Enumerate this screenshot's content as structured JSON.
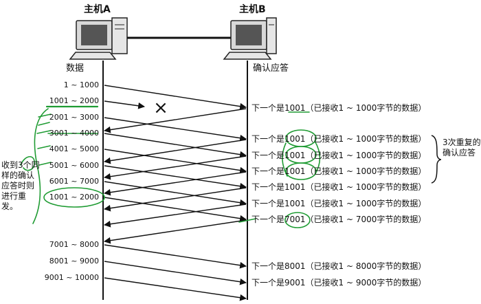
{
  "hosts": {
    "a": "主机A",
    "b": "主机B"
  },
  "columns": {
    "left": "数据",
    "right": "确认应答"
  },
  "segments": [
    "1 ~ 1000",
    "1001 ~ 2000",
    "2001 ~ 3000",
    "3001 ~ 4000",
    "4001 ~ 5000",
    "5001 ~ 6000",
    "6001 ~ 7000",
    "1001 ~ 2000",
    "7001 ~ 8000",
    "8001 ~ 9000",
    "9001 ~ 10000"
  ],
  "acks": [
    "下一个是1001（已接收1 ~ 1000字节的数据）",
    "下一个是1001（已接收1 ~ 1000字节的数据）",
    "下一个是1001（已接收1 ~ 1000字节的数据）",
    "下一个是1001（已接收1 ~ 1000字节的数据）",
    "下一个是1001（已接收1 ~ 1000字节的数据）",
    "下一个是1001（已接收1 ~ 1000字节的数据）",
    "下一个是7001（已接收1 ~ 7000字节的数据）",
    "下一个是8001（已接收1 ~ 8000字节的数据）",
    "下一个是9001（已接收1 ~ 9000字节的数据）"
  ],
  "lost_mark": "×",
  "annotations": {
    "triple_dup": "3次重复的确认应答",
    "fast_retransmit": "收到3个同样的确认应答时则进行重发。"
  },
  "colors": {
    "ink": "#111111",
    "handwriting": "#1e9b32"
  }
}
